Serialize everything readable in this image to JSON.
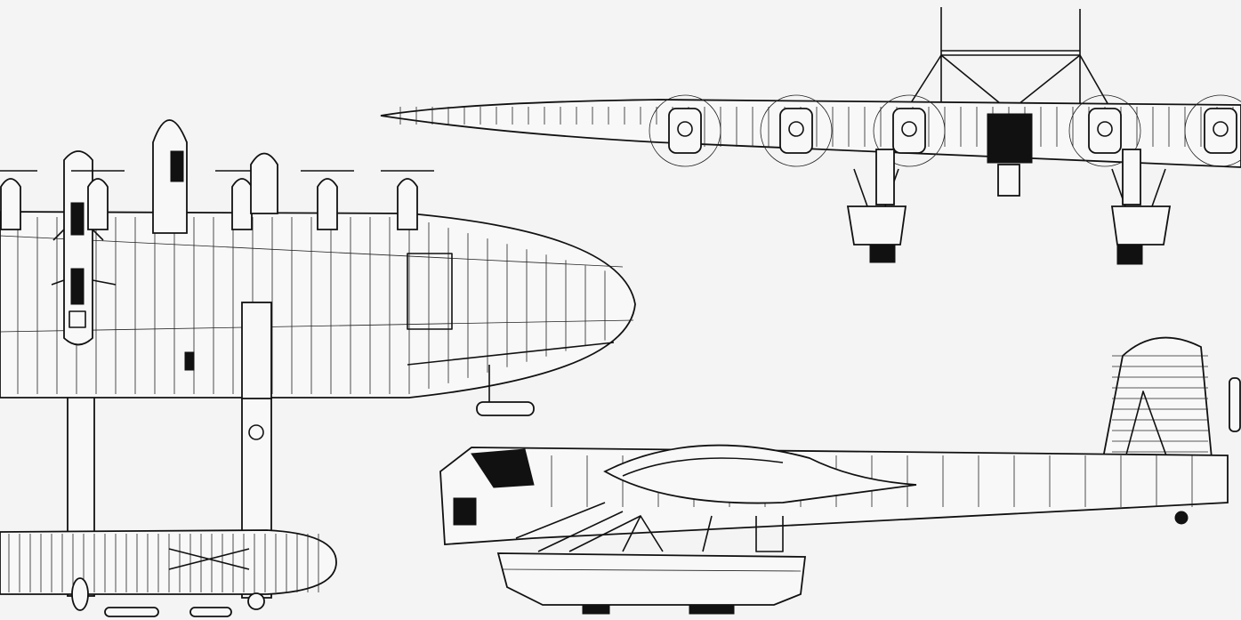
{
  "drawing": {
    "views": [
      "top-view",
      "front-view",
      "side-view"
    ],
    "colors": {
      "background": "#f4f4f4",
      "line": "#111111"
    }
  }
}
